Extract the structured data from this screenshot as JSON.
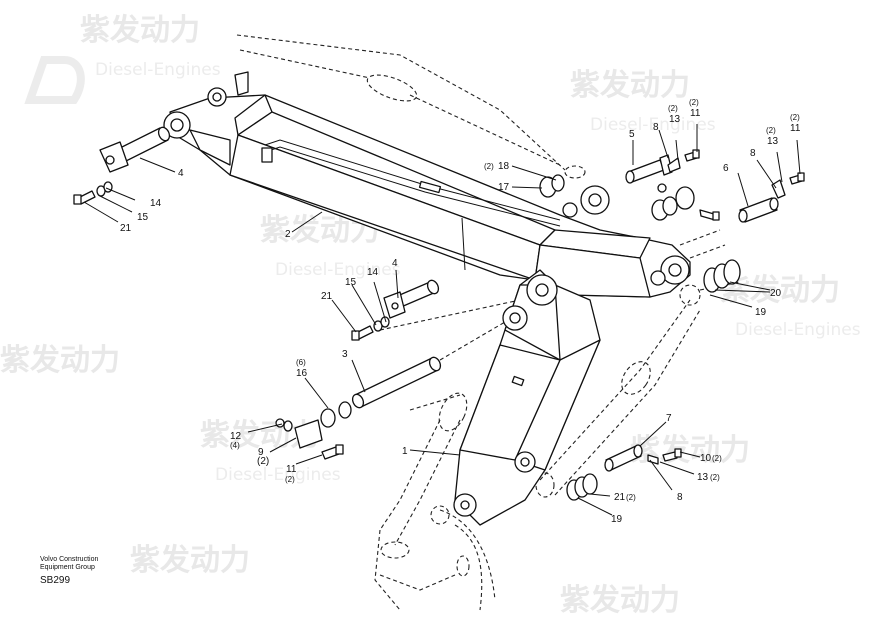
{
  "footer": {
    "company_line1": "Volvo Construction",
    "company_line2": "Equipment Group",
    "code": "SB299"
  },
  "watermark": {
    "brand": "紫发动力",
    "sub": "Diesel-Engines"
  },
  "labels": [
    {
      "id": "l1",
      "num": "1"
    },
    {
      "id": "l2",
      "num": "2"
    },
    {
      "id": "l3",
      "num": "3"
    },
    {
      "id": "l4a",
      "num": "4"
    },
    {
      "id": "l4b",
      "num": "4"
    },
    {
      "id": "l5",
      "num": "5"
    },
    {
      "id": "l6",
      "num": "6"
    },
    {
      "id": "l7",
      "num": "7"
    },
    {
      "id": "l8a",
      "num": "8"
    },
    {
      "id": "l8b",
      "num": "8"
    },
    {
      "id": "l8c",
      "num": "8"
    },
    {
      "id": "l9",
      "num": "9"
    },
    {
      "id": "l10",
      "num": "10"
    },
    {
      "id": "l11a",
      "num": "11"
    },
    {
      "id": "l11b",
      "num": "11"
    },
    {
      "id": "l11c",
      "num": "11"
    },
    {
      "id": "l12",
      "num": "12"
    },
    {
      "id": "l13a",
      "num": "13"
    },
    {
      "id": "l13b",
      "num": "13"
    },
    {
      "id": "l13c",
      "num": "13"
    },
    {
      "id": "l14a",
      "num": "14"
    },
    {
      "id": "l14b",
      "num": "14"
    },
    {
      "id": "l15a",
      "num": "15"
    },
    {
      "id": "l15b",
      "num": "15"
    },
    {
      "id": "l16",
      "num": "16"
    },
    {
      "id": "l17",
      "num": "17"
    },
    {
      "id": "l18",
      "num": "18"
    },
    {
      "id": "l19a",
      "num": "19"
    },
    {
      "id": "l19b",
      "num": "19"
    },
    {
      "id": "l20",
      "num": "20"
    },
    {
      "id": "l21a",
      "num": "21"
    },
    {
      "id": "l21b",
      "num": "21"
    },
    {
      "id": "l21c",
      "num": "21"
    }
  ],
  "qty": {
    "q2": "(2)",
    "q4": "(4)",
    "q6": "(6)"
  }
}
